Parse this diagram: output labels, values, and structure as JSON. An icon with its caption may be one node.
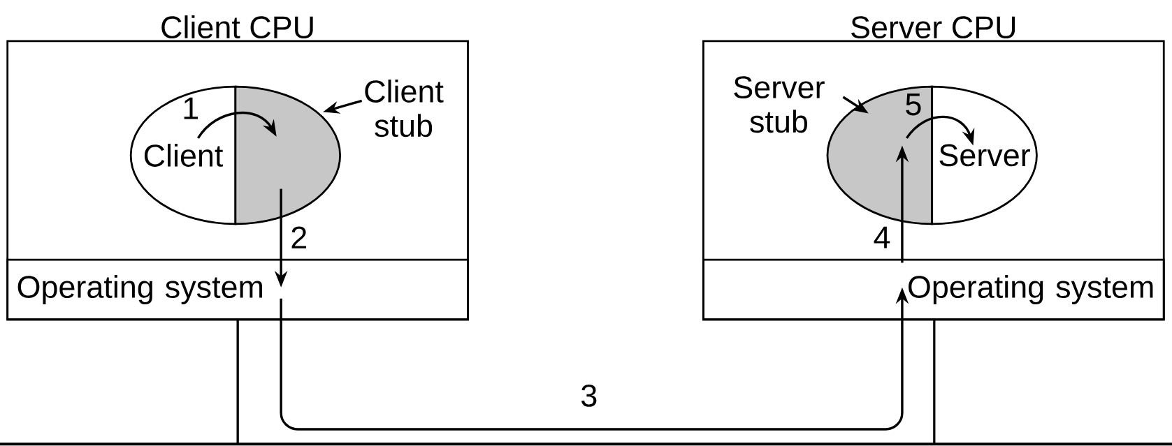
{
  "diagram": {
    "nodes": [
      {
        "text": [
          "Client CPU"
        ]
      },
      {
        "text": [
          "Client"
        ],
        "in": 0
      },
      {
        "text": [],
        "shape": "ellipse",
        "in": 0
      },
      {
        "text": [
          "Client stub"
        ],
        "in": 0
      },
      {
        "text": [
          "Operating system"
        ],
        "in": 0
      },
      {
        "text": [
          "Server CPU"
        ]
      },
      {
        "text": [],
        "shape": "ellipse",
        "in": 5
      },
      {
        "text": [
          "Server stub"
        ],
        "in": 5
      },
      {
        "text": [
          "Server"
        ],
        "in": 5
      },
      {
        "text": [
          "Operating system"
        ],
        "in": 5
      },
      {
        "text": [],
        "shape": "bar"
      }
    ],
    "edges": [
      {
        "from": 1,
        "to": 2,
        "arrow": "to",
        "label": "1"
      },
      {
        "from": 2,
        "to": 4,
        "arrow": "to",
        "label": "2"
      },
      {
        "from": 4,
        "to": 9,
        "arrow": "to",
        "label": "3"
      },
      {
        "from": 9,
        "to": 6,
        "arrow": "to",
        "label": "4"
      },
      {
        "from": 6,
        "to": 8,
        "arrow": "to",
        "label": "5"
      },
      {
        "from": 3,
        "to": 2,
        "arrow": "to"
      },
      {
        "from": 7,
        "to": 6,
        "arrow": "to"
      },
      {
        "from": 0,
        "to": 10,
        "arrow": "none"
      },
      {
        "from": 5,
        "to": 10,
        "arrow": "none"
      }
    ]
  }
}
